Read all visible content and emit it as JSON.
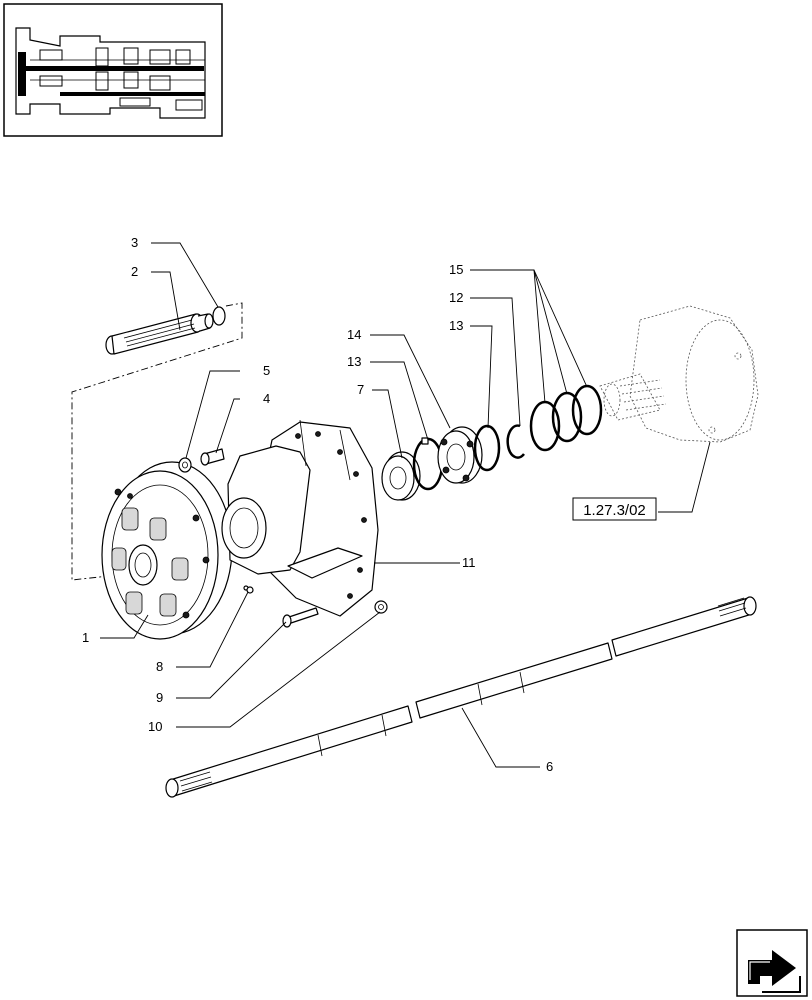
{
  "reference_link": "1.27.3/02",
  "callouts": {
    "c1": "1",
    "c2": "2",
    "c3": "3",
    "c4": "4",
    "c5": "5",
    "c6": "6",
    "c7": "7",
    "c8": "8",
    "c9": "9",
    "c10": "10",
    "c11": "11",
    "c12": "12",
    "c13a": "13",
    "c13b": "13",
    "c14": "14",
    "c15": "15"
  },
  "icons": {
    "thumbnail": "transmission-section-thumbnail",
    "navigation": "next-page-arrow-icon"
  }
}
